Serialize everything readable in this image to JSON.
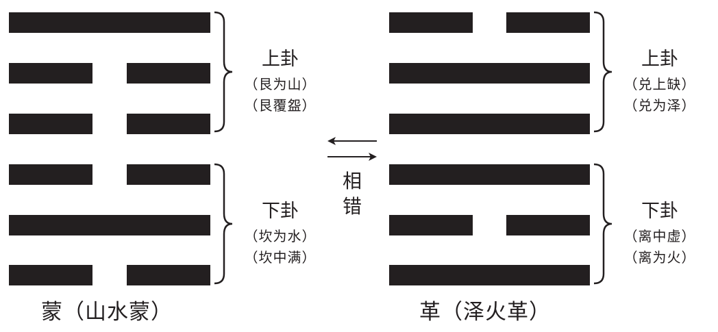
{
  "left_hexagram": {
    "name": "蒙（山水蒙）",
    "upper": {
      "title": "上卦",
      "aliases": [
        "（艮为山）",
        "（艮覆盌）"
      ]
    },
    "lower": {
      "title": "下卦",
      "aliases": [
        "（坎为水）",
        "（坎中满）"
      ]
    },
    "lines_top_to_bottom": [
      "yang",
      "yin",
      "yin",
      "yin",
      "yang",
      "yin"
    ]
  },
  "right_hexagram": {
    "name": "革（泽火革）",
    "upper": {
      "title": "上卦",
      "aliases": [
        "（兑上缺）",
        "（兑为泽）"
      ]
    },
    "lower": {
      "title": "下卦",
      "aliases": [
        "（离中虚）",
        "（离为火）"
      ]
    },
    "lines_top_to_bottom": [
      "yin",
      "yang",
      "yang",
      "yang",
      "yin",
      "yang"
    ]
  },
  "relation": {
    "chars": [
      "相",
      "错"
    ]
  },
  "colors": {
    "ink": "#231f20",
    "background": "#ffffff"
  }
}
